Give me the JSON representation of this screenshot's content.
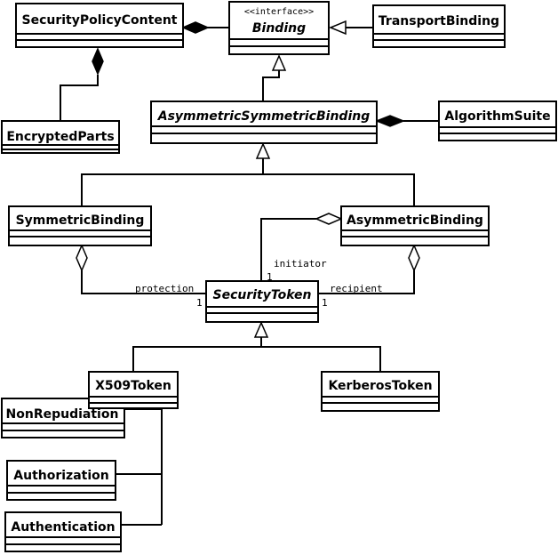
{
  "classes": {
    "security_policy_content": "SecurityPolicyContent",
    "binding": "Binding",
    "binding_stereotype": "<<interface>>",
    "transport_binding": "TransportBinding",
    "encrypted_parts": "EncryptedParts",
    "asymmetric_symmetric_binding": "AsymmetricSymmetricBinding",
    "algorithm_suite": "AlgorithmSuite",
    "symmetric_binding": "SymmetricBinding",
    "asymmetric_binding": "AsymmetricBinding",
    "security_token": "SecurityToken",
    "x509_token": "X509Token",
    "kerberos_token": "KerberosToken",
    "non_repudiation": "NonRepudiation",
    "authorization": "Authorization",
    "authentication": "Authentication"
  },
  "roles": {
    "initiator": "initiator",
    "initiator_mult": "1",
    "protection": "protection",
    "protection_mult": "1",
    "recipient": "recipient",
    "recipient_mult": "1"
  }
}
